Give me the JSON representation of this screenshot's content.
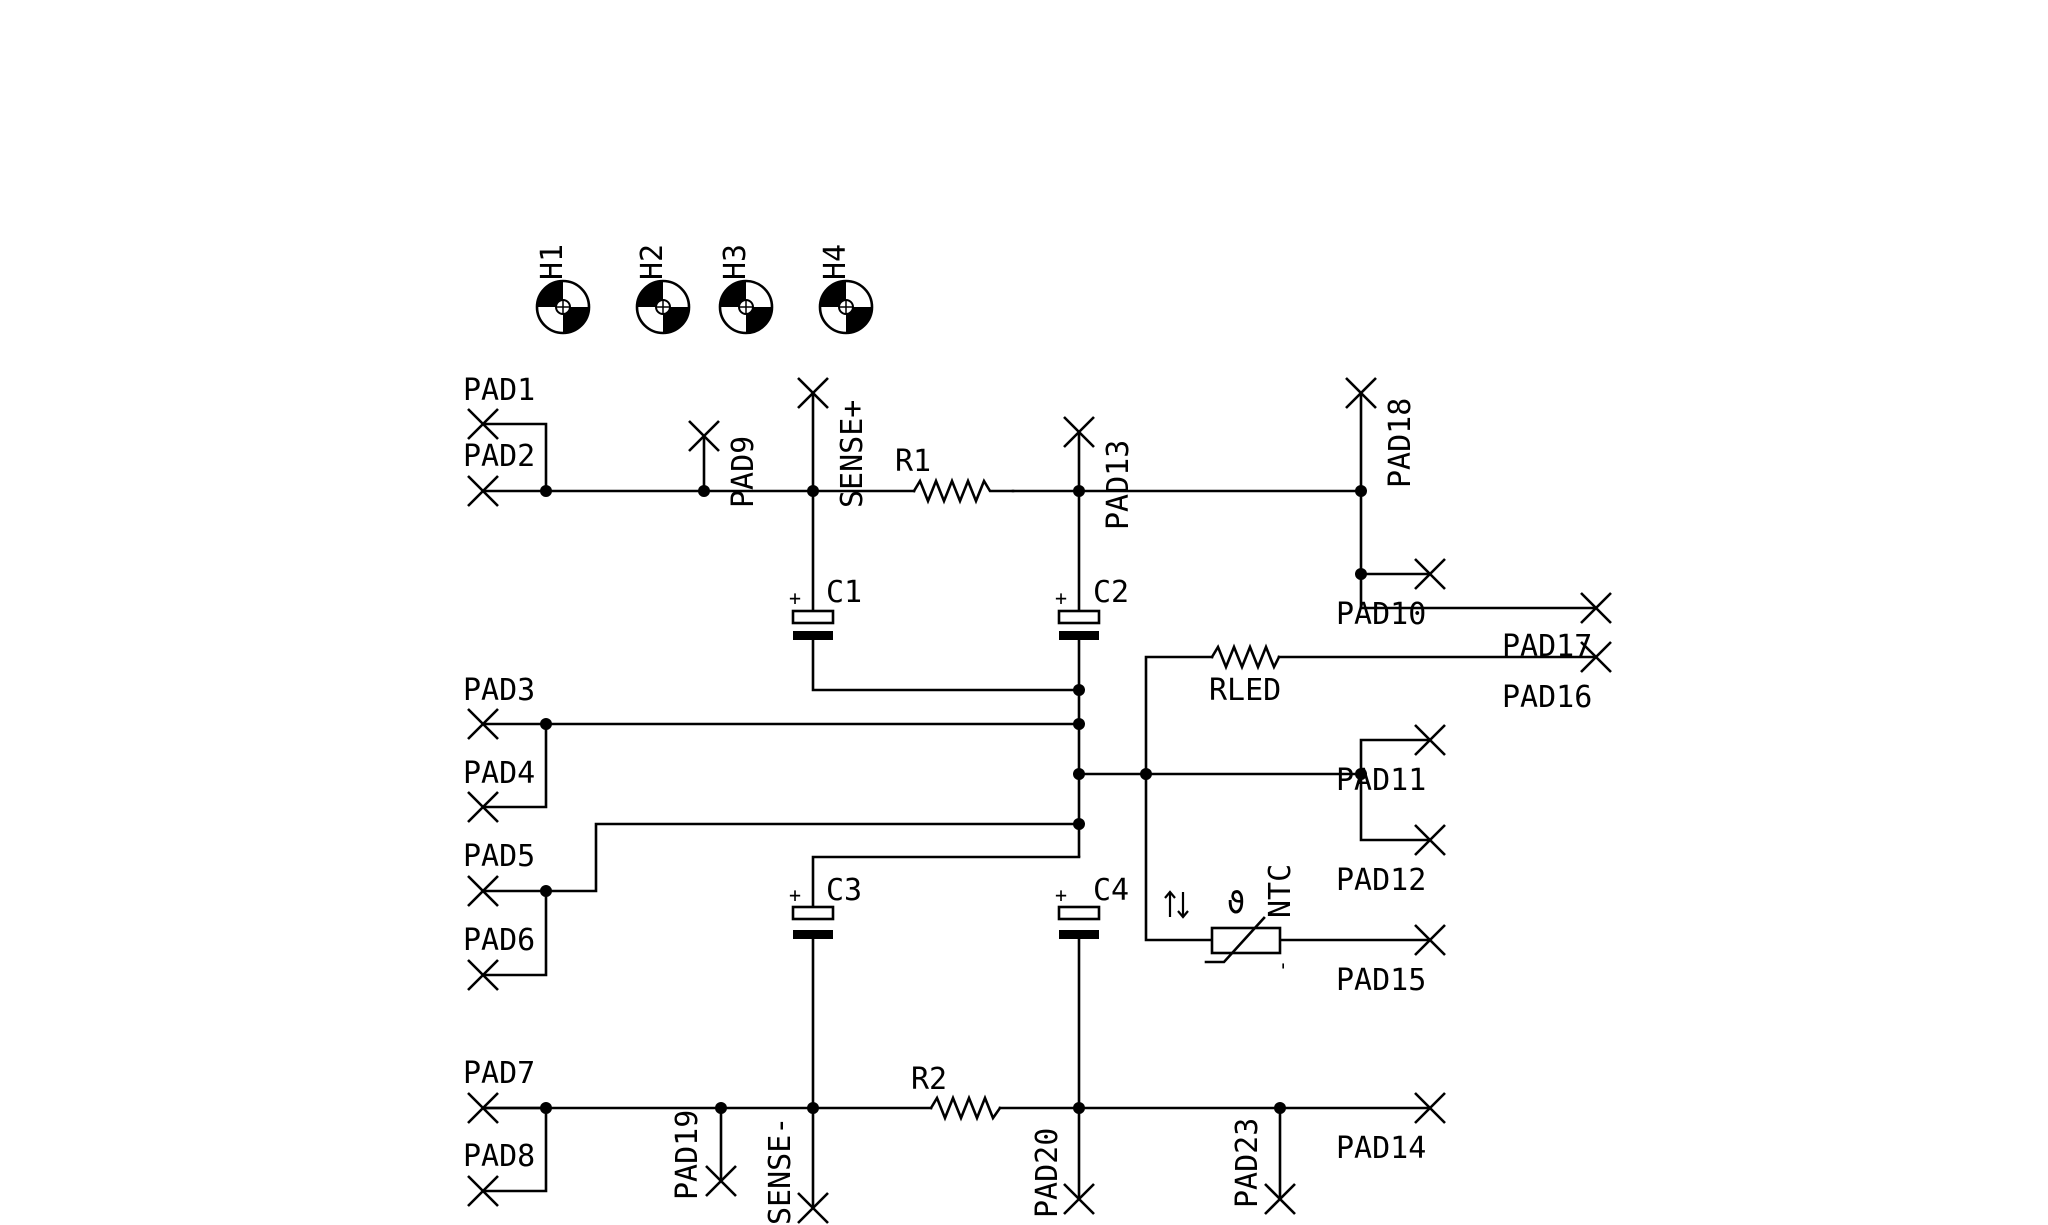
{
  "diagram": {
    "holes": [
      "H1",
      "H2",
      "H3",
      "H4"
    ],
    "pads": {
      "pad1": "PAD1",
      "pad2": "PAD2",
      "pad3": "PAD3",
      "pad4": "PAD4",
      "pad5": "PAD5",
      "pad6": "PAD6",
      "pad7": "PAD7",
      "pad8": "PAD8",
      "pad9": "PAD9",
      "pad10": "PAD10",
      "pad11": "PAD11",
      "pad12": "PAD12",
      "pad13": "PAD13",
      "pad14": "PAD14",
      "pad15": "PAD15",
      "pad16": "PAD16",
      "pad17": "PAD17",
      "pad18": "PAD18",
      "pad19": "PAD19",
      "pad20": "PAD20",
      "pad23": "PAD23"
    },
    "sense_plus": "SENSE+",
    "sense_minus": "SENSE-",
    "resistors": {
      "r1": "R1",
      "r2": "R2",
      "rled": "RLED"
    },
    "capacitors": {
      "c1": "C1",
      "c2": "C2",
      "c3": "C3",
      "c4": "C4"
    },
    "ntc": {
      "label": "NTC",
      "theta": "ϑ",
      "minus": "-",
      "plus": "+"
    }
  }
}
